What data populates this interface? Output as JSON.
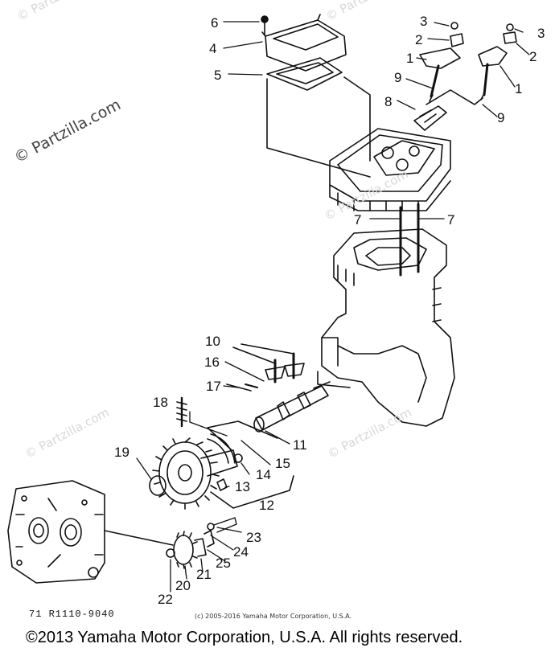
{
  "watermark": {
    "main": "© Partzilla.com",
    "faint": "© Partzilla.com"
  },
  "parts": [
    {
      "id": "6",
      "label": "6"
    },
    {
      "id": "4",
      "label": "4"
    },
    {
      "id": "5",
      "label": "5"
    },
    {
      "id": "3a",
      "label": "3"
    },
    {
      "id": "3b",
      "label": "3"
    },
    {
      "id": "2a",
      "label": "2"
    },
    {
      "id": "2b",
      "label": "2"
    },
    {
      "id": "1a",
      "label": "1"
    },
    {
      "id": "1b",
      "label": "1"
    },
    {
      "id": "9a",
      "label": "9"
    },
    {
      "id": "9b",
      "label": "9"
    },
    {
      "id": "8",
      "label": "8"
    },
    {
      "id": "7a",
      "label": "7"
    },
    {
      "id": "7b",
      "label": "7"
    },
    {
      "id": "10",
      "label": "10"
    },
    {
      "id": "16",
      "label": "16"
    },
    {
      "id": "17",
      "label": "17"
    },
    {
      "id": "18",
      "label": "18"
    },
    {
      "id": "11",
      "label": "11"
    },
    {
      "id": "15",
      "label": "15"
    },
    {
      "id": "19",
      "label": "19"
    },
    {
      "id": "14",
      "label": "14"
    },
    {
      "id": "13",
      "label": "13"
    },
    {
      "id": "12",
      "label": "12"
    },
    {
      "id": "23",
      "label": "23"
    },
    {
      "id": "24",
      "label": "24"
    },
    {
      "id": "25",
      "label": "25"
    },
    {
      "id": "21",
      "label": "21"
    },
    {
      "id": "20",
      "label": "20"
    },
    {
      "id": "22",
      "label": "22"
    }
  ],
  "diagram_code": "71 R1110-9040",
  "small_copyright": "(c) 2005-2016 Yamaha Motor Corporation, U.S.A.",
  "footer_copyright": "©2013 Yamaha Motor Corporation, U.S.A. All rights reserved."
}
